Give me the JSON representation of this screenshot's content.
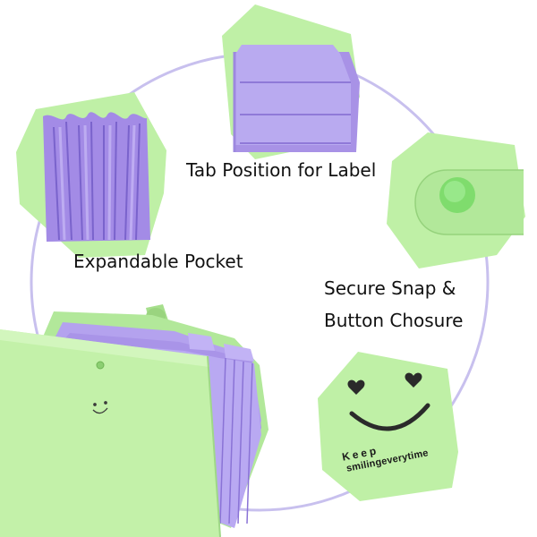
{
  "features": {
    "tab_position": "Tab Position for Label",
    "expandable_pocket": "Expandable Pocket",
    "snap_line1": "Secure Snap &",
    "snap_line2": "Button Chosure"
  },
  "smile_badge": {
    "line1": "Keep",
    "line2": "smilingeverytime"
  },
  "colors": {
    "folder_green": "#bff0a6",
    "folder_green_dark": "#a6df8c",
    "divider_purple": "#b3a3ec",
    "divider_purple_dark": "#8f79d8",
    "ring_lavender": "#c8c0ee",
    "snap_button": "#7fdc6d"
  }
}
